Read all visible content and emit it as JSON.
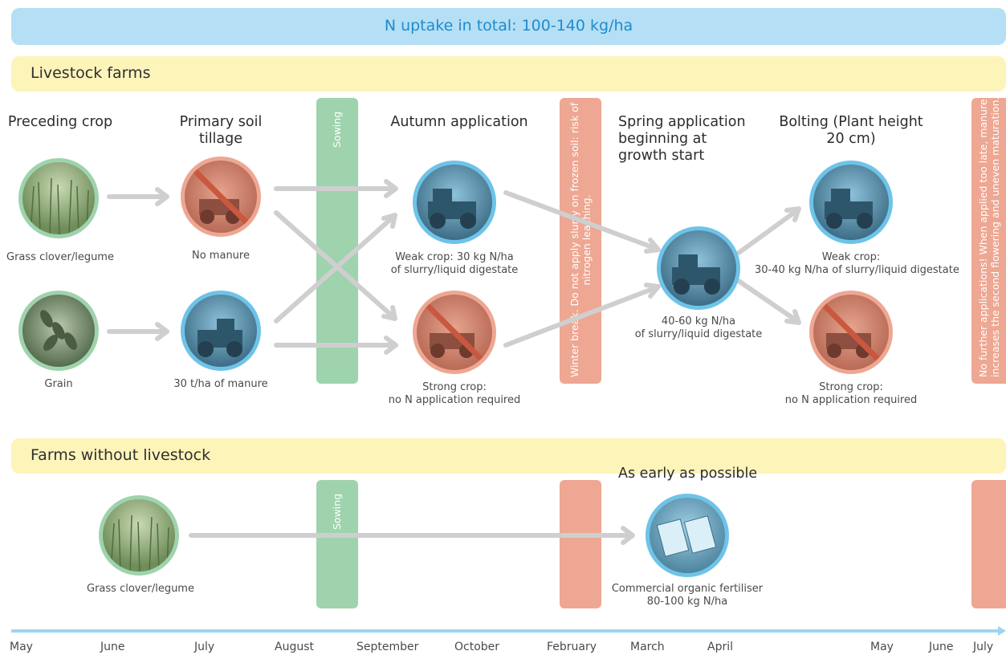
{
  "header": {
    "total_uptake": "N uptake in total: 100-140 kg/ha"
  },
  "sections": {
    "livestock": "Livestock farms",
    "no_livestock": "Farms without livestock"
  },
  "bars": {
    "sowing": "Sowing",
    "winter_line1": "Winter break. Do not apply slurry on frozen soil: risk of",
    "winter_line2": "nitrogen leaching.",
    "late_line1": "No further applications! When applied too late, manure",
    "late_line2": "increases the second flowering and uneven maturation."
  },
  "columns": {
    "preceding_crop": "Preceding crop",
    "primary_tillage": "Primary soil tillage",
    "autumn": "Autumn application",
    "spring": "Spring application beginning at growth start",
    "bolting": "Bolting (Plant height 20 cm)",
    "early": "As early as possible"
  },
  "captions": {
    "grass_clover": "Grass clover/legume",
    "grain": "Grain",
    "no_manure": "No manure",
    "manure": "30 t/ha of manure",
    "autumn_weak_1": "Weak crop: 30 kg N/ha",
    "autumn_weak_2": "of slurry/liquid digestate",
    "autumn_strong_1": "Strong crop:",
    "autumn_strong_2": "no N application required",
    "spring_1": "40-60 kg N/ha",
    "spring_2": "of slurry/liquid digestate",
    "bolting_weak_1": "Weak crop:",
    "bolting_weak_2": "30-40 kg N/ha of slurry/liquid digestate",
    "bolting_strong_1": "Strong crop:",
    "bolting_strong_2": "no N application required",
    "grass_clover_2": "Grass clover/legume",
    "commercial_1": "Commercial organic fertiliser",
    "commercial_2": "80-100 kg N/ha"
  },
  "timeline": [
    "May",
    "June",
    "July",
    "August",
    "September",
    "October",
    "February",
    "March",
    "April",
    "May",
    "June",
    "July"
  ],
  "colors": {
    "blue_band": "#b5dff4",
    "yellow_band": "#fdf4ba",
    "sowing": "#9ed3ad",
    "restriction": "#eda792",
    "arrow": "#cfcfcf",
    "timeline": "#9fd4f0"
  }
}
